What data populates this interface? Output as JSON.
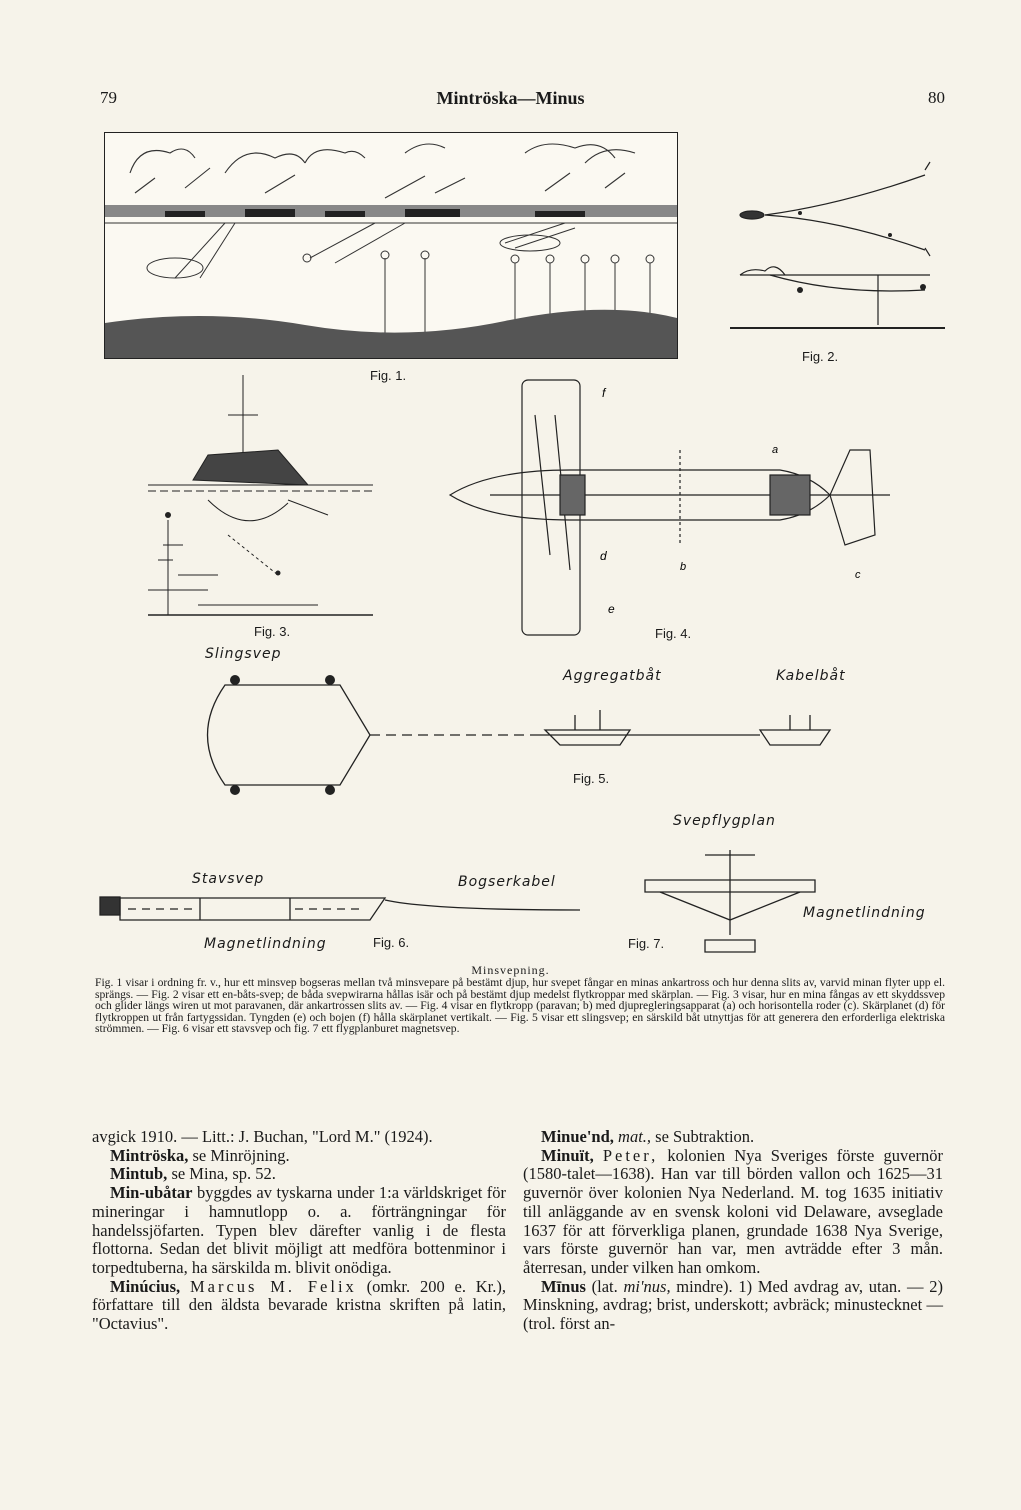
{
  "header": {
    "page_left": "79",
    "title": "Mintröska—Minus",
    "page_right": "80"
  },
  "figures": {
    "fig1": "Fig. 1.",
    "fig2": "Fig. 2.",
    "fig3": "Fig. 3.",
    "fig4": "Fig. 4.",
    "fig5": "Fig. 5.",
    "fig6": "Fig. 6.",
    "fig7": "Fig. 7.",
    "fig4_labels": {
      "a": "a",
      "b": "b",
      "c": "c",
      "d": "d",
      "e": "e",
      "f": "f"
    },
    "slingsvep": "Slingsvep",
    "aggregatbat": "Aggregatbåt",
    "kabelbat": "Kabelbåt",
    "svepflygplan": "Svepflygplan",
    "stavsvep": "Stavsvep",
    "bogserkabel": "Bogserkabel",
    "magnetlindning_left": "Magnetlindning",
    "magnetlindning_right": "Magnetlindning"
  },
  "caption": {
    "title": "Minsvepning.",
    "body": "Fig. 1 visar i ordning fr. v., hur ett minsvep bogseras mellan två minsvepare på bestämt djup, hur svepet fångar en minas ankartross och hur denna slits av, varvid minan flyter upp el. sprängs. — Fig. 2 visar ett en-båts-svep; de båda svepwirarna hållas isär och på bestämt djup medelst flytkroppar med skärplan. — Fig. 3 visar, hur en mina fångas av ett skyddssvep och glider längs wiren ut mot paravanen, där ankartrossen slits av. — Fig. 4 visar en flytkropp (paravan; b) med djupregleringsapparat (a) och horisontella roder (c). Skärplanet (d) för flytkroppen ut från fartygssidan. Tyngden (e) och bojen (f) hålla skärplanet vertikalt. — Fig. 5 visar ett slingsvep; en särskild båt utnyttjas för att generera den erforderliga elektriska strömmen. — Fig. 6 visar ett stavsvep och fig. 7 ett flygplanburet magnetsvep."
  },
  "left_column": [
    {
      "head": "",
      "text": "avgick 1910. — Litt.: J. Buchan, \"Lord M.\" (1924)."
    },
    {
      "head": "Mintröska,",
      "text": " se Minröjning."
    },
    {
      "head": "Mintub,",
      "text": " se Mina, sp. 52."
    },
    {
      "head": "Min-ubåtar",
      "text": " byggdes av tyskarna under 1:a världskriget för mineringar i hamnutlopp o. a. förträngningar för handelssjöfarten. Typen blev därefter vanlig i de flesta flottorna. Sedan det blivit möjligt att medföra bottenminor i torpedtuberna, ha särskilda m. blivit onödiga."
    },
    {
      "head": "Minúcius,",
      "name": "Marcus M. Felix",
      "text": " (omkr. 200 e. Kr.), författare till den äldsta bevarade kristna skriften på latin, \"Octavius\"."
    }
  ],
  "right_column": [
    {
      "head": "Minue'nd,",
      "em": "mat.,",
      "text": " se Subtraktion."
    },
    {
      "head": "Minuït,",
      "name": "Peter,",
      "text": " kolonien Nya Sveriges förste guvernör (1580-talet—1638). Han var till börden vallon och 1625—31 guvernör över kolonien Nya Nederland. M. tog 1635 initiativ till anläggande av en svensk koloni vid Delaware, avseglade 1637 för att förverkliga planen, grundade 1638 Nya Sverige, vars förste guvernör han var, men avträdde efter 3 mån. återresan, under vilken han omkom."
    },
    {
      "head": "Mīnus",
      "text1": " (lat. ",
      "em": "mi'nus,",
      "text": " mindre). 1) Med avdrag av, utan. — 2) Minskning, avdrag; brist, underskott; avbräck; minustecknet — (trol. först an-"
    }
  ]
}
